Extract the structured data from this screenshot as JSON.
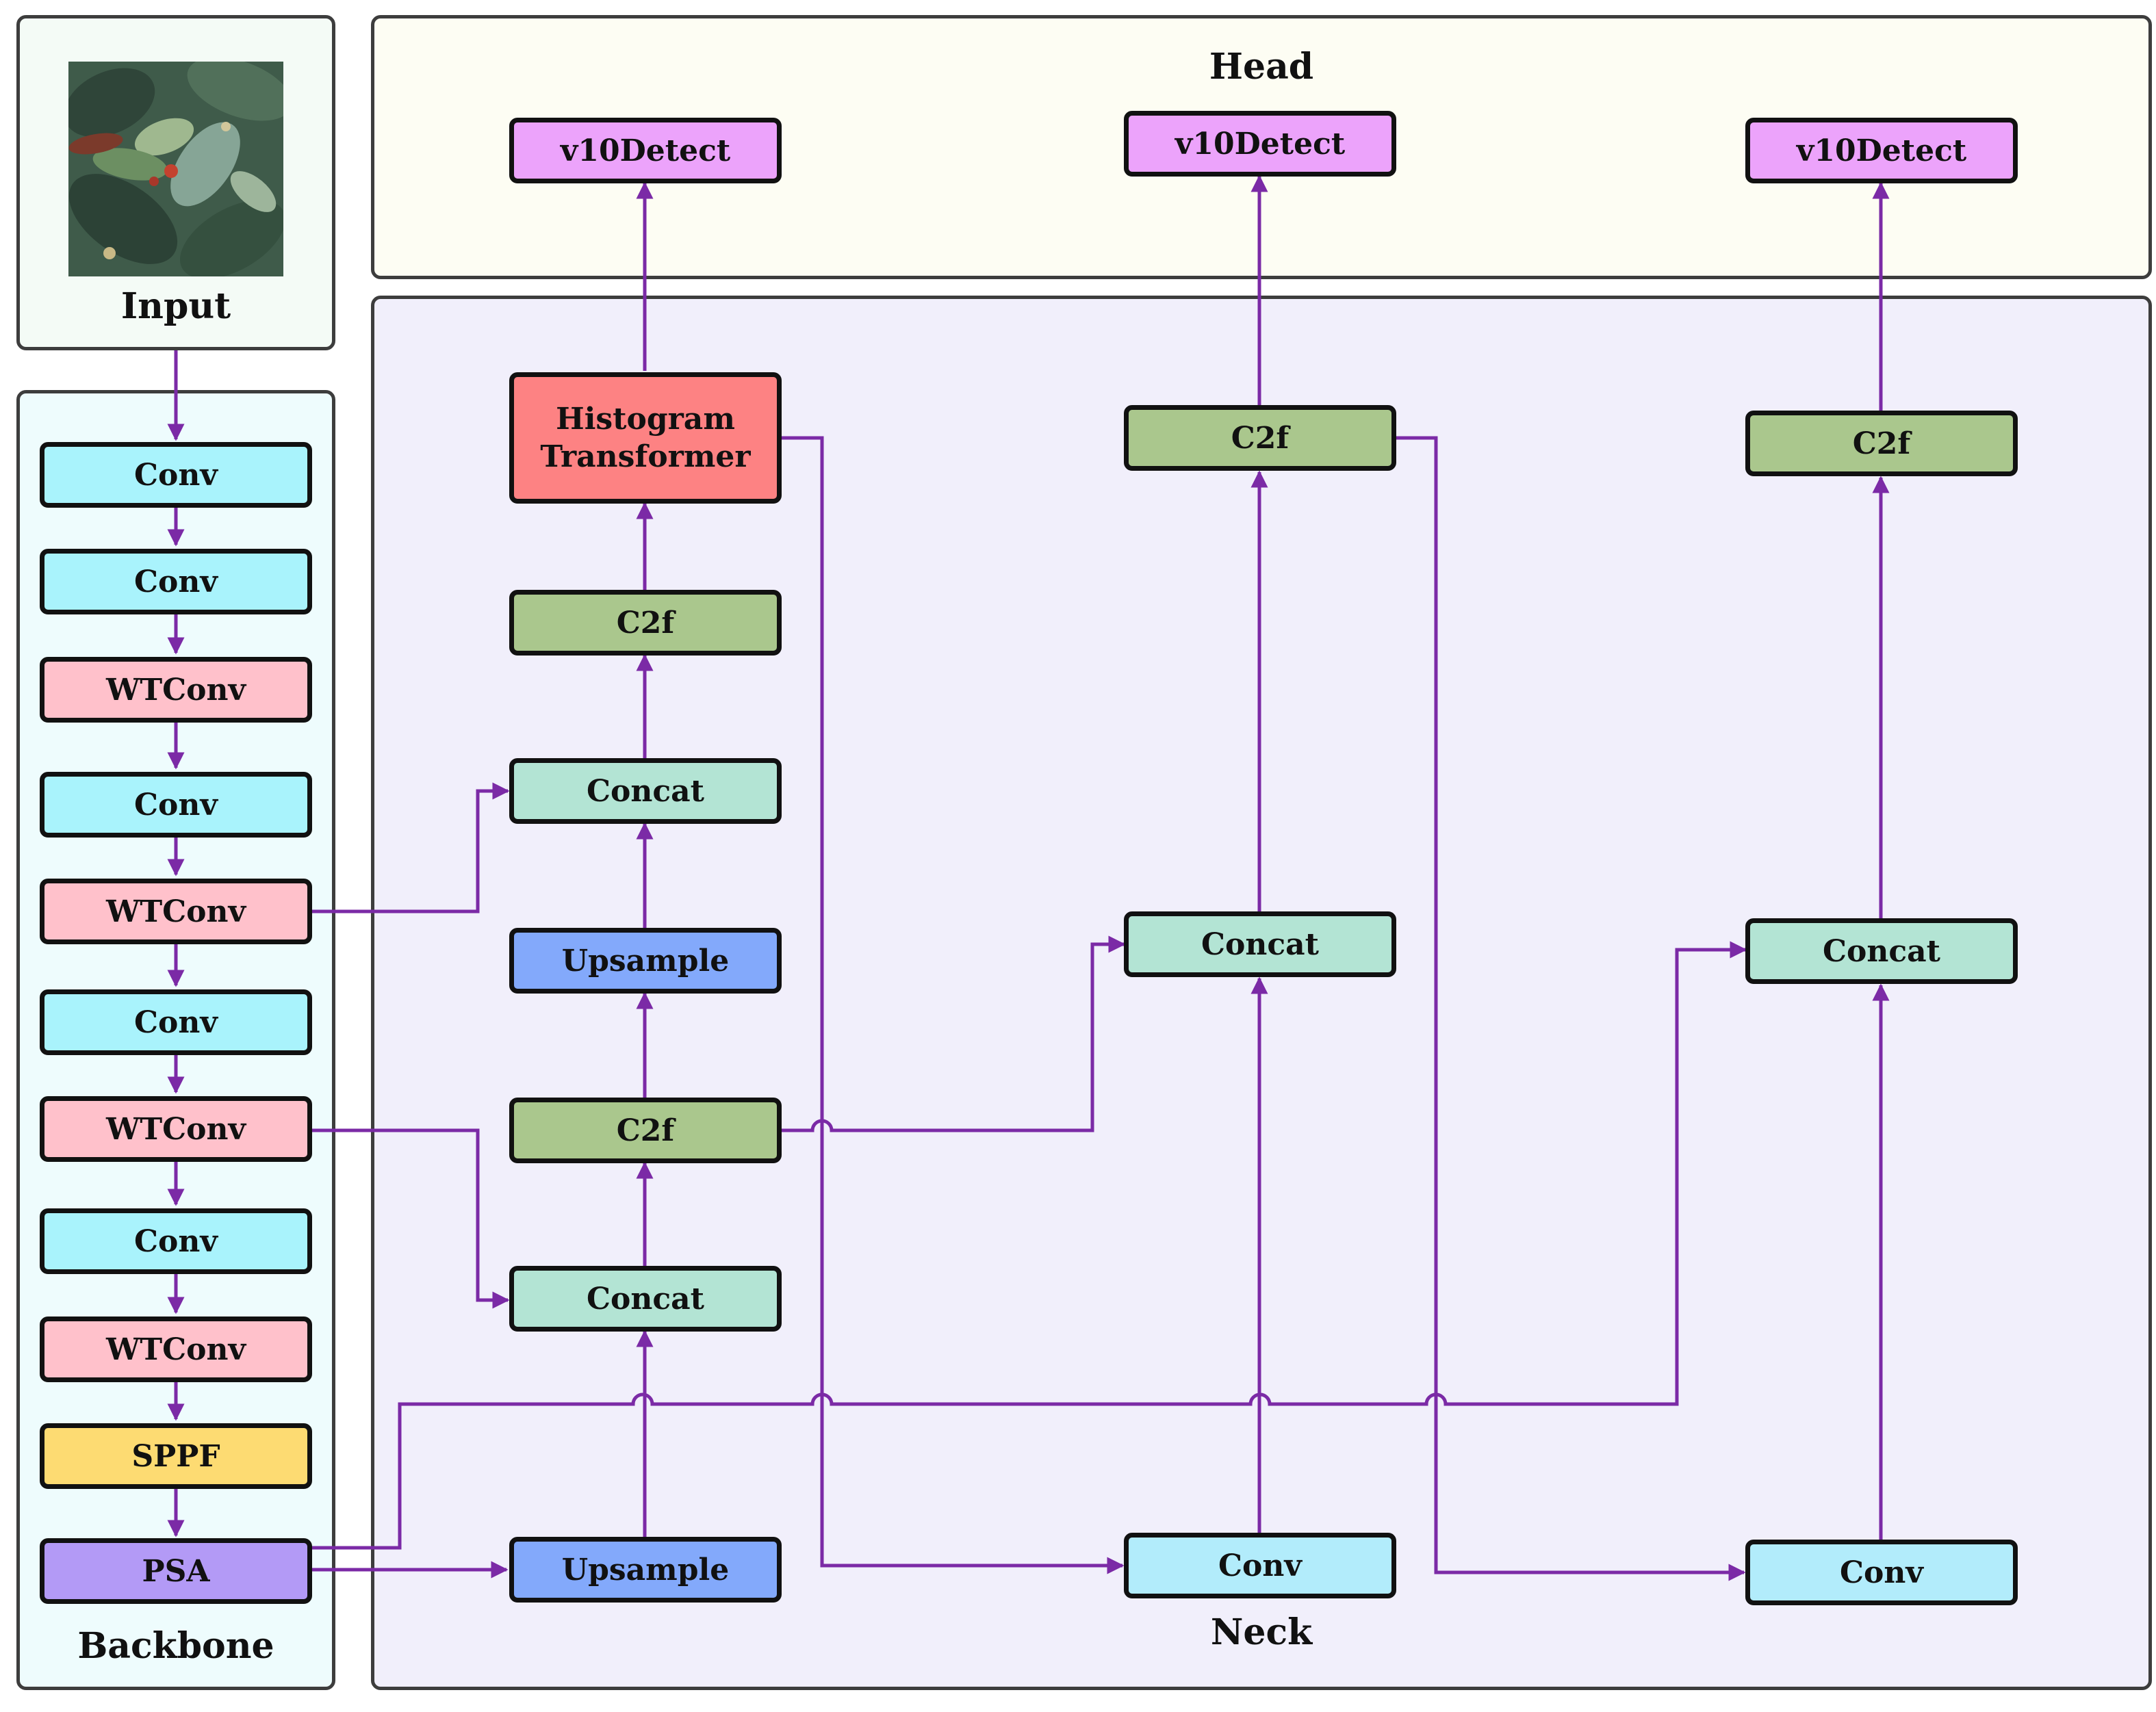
{
  "panels": {
    "input": "Input",
    "backbone": "Backbone",
    "head": "Head",
    "neck": "Neck"
  },
  "backbone": [
    "Conv",
    "Conv",
    "WTConv",
    "Conv",
    "WTConv",
    "Conv",
    "WTConv",
    "Conv",
    "WTConv",
    "SPPF",
    "PSA"
  ],
  "head": [
    "v10Detect",
    "v10Detect",
    "v10Detect"
  ],
  "neck": {
    "col1": {
      "histogram": "Histogram\nTransformer",
      "c2f_top": "C2f",
      "concat_top": "Concat",
      "upsample_top": "Upsample",
      "c2f_mid": "C2f",
      "concat_bottom": "Concat",
      "upsample_bottom": "Upsample"
    },
    "col2": {
      "c2f": "C2f",
      "concat": "Concat",
      "conv": "Conv"
    },
    "col3": {
      "c2f": "C2f",
      "concat": "Concat",
      "conv": "Conv"
    }
  },
  "colors": {
    "wire": "#7b2aa6",
    "conv": "#a9f3fc",
    "wtconv": "#ffc1cb",
    "sppf": "#fddb72",
    "psa": "#b39af6",
    "detect": "#eca3fb",
    "c2f": "#aac78d",
    "concat": "#b3e4d4",
    "upsample": "#83a9fb",
    "histogram_transformer": "#fd8283"
  }
}
